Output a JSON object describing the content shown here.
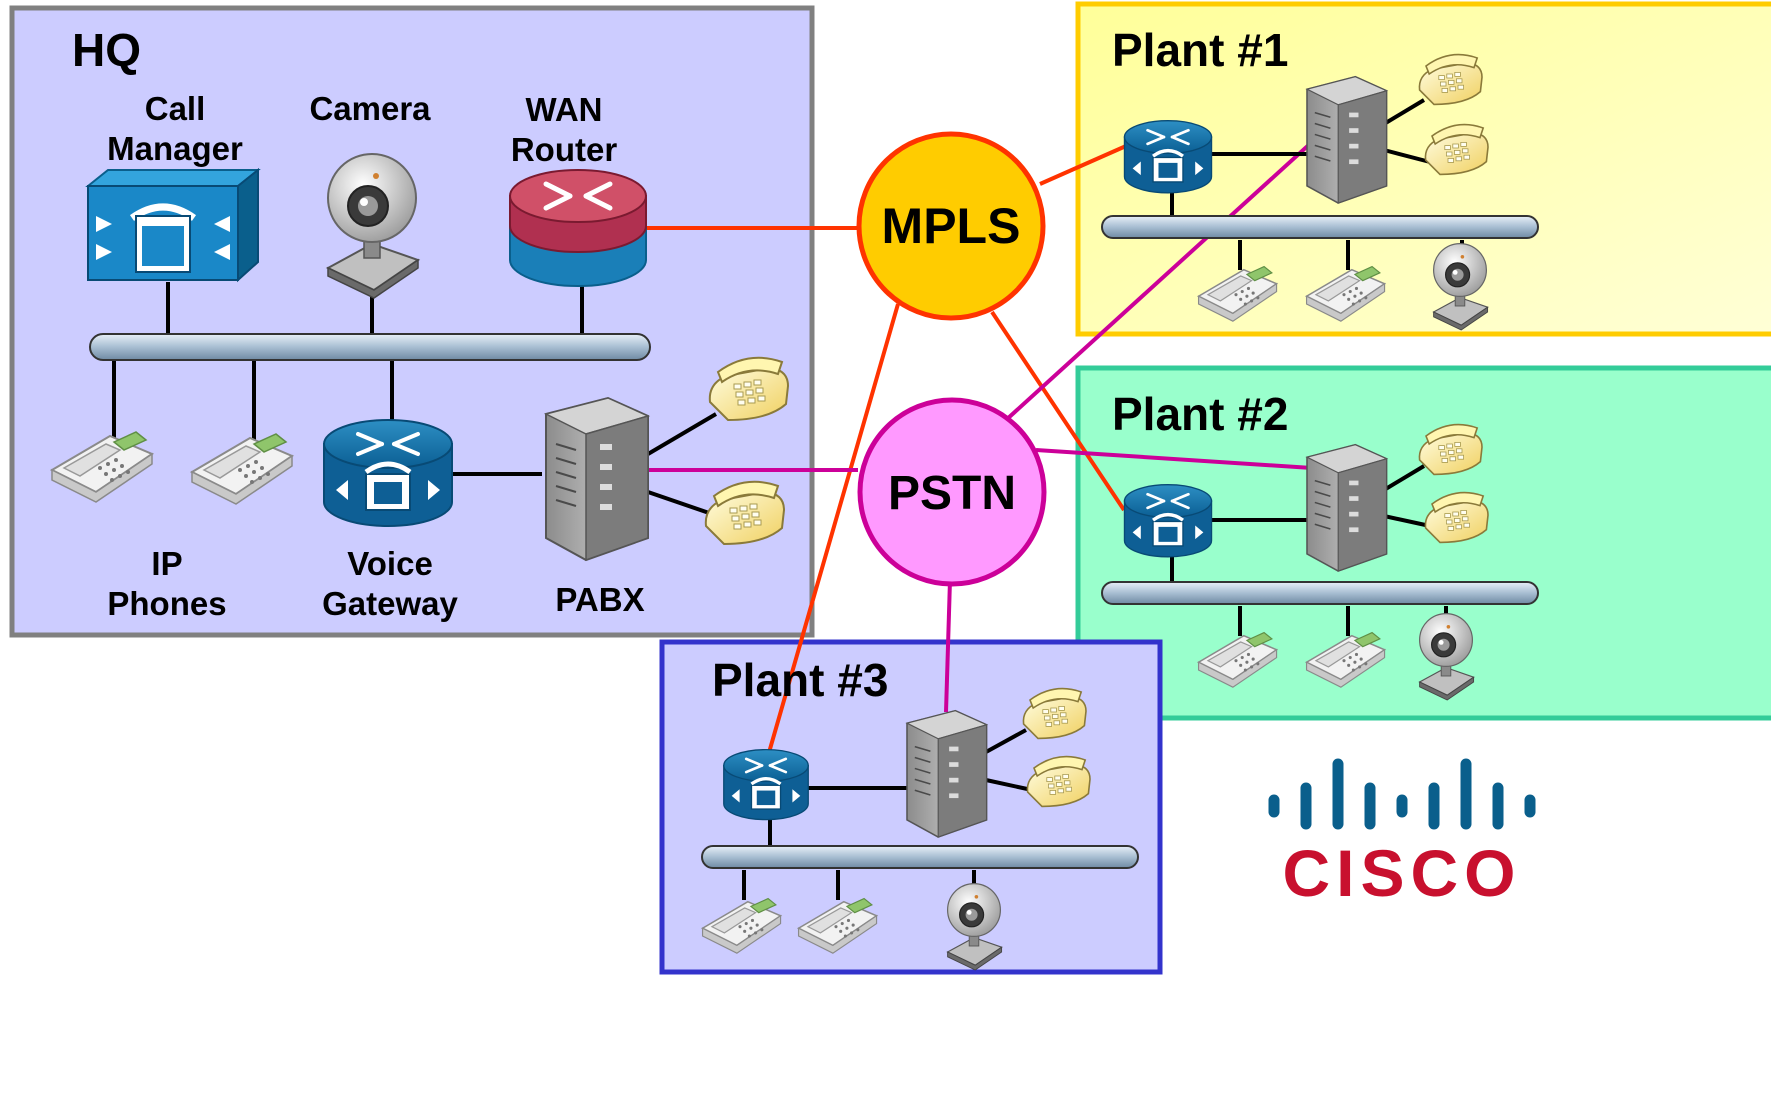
{
  "hq": {
    "title": "HQ",
    "call_manager": [
      "Call",
      "Manager"
    ],
    "camera": "Camera",
    "wan_router": [
      "WAN",
      "Router"
    ],
    "ip_phones": [
      "IP",
      "Phones"
    ],
    "voice_gateway": [
      "Voice",
      "Gateway"
    ],
    "pabx": "PABX"
  },
  "clouds": {
    "mpls": "MPLS",
    "pstn": "PSTN"
  },
  "plants": [
    {
      "title": "Plant #1"
    },
    {
      "title": "Plant #2"
    },
    {
      "title": "Plant #3"
    }
  ],
  "logo": {
    "text": "CISCO"
  },
  "colors": {
    "hq_fill": "#ccccff",
    "hq_border": "#808080",
    "plant1_fill": "#ffff99",
    "plant1_border": "#ffcc00",
    "plant2_fill": "#99ffcc",
    "plant2_border": "#33cc99",
    "plant3_fill": "#ccccff",
    "plant3_border": "#3333cc",
    "mpls_fill": "#ffcc00",
    "mpls_border": "#ff3300",
    "pstn_fill": "#ff99ff",
    "pstn_border": "#cc0099",
    "mpls_link": "#ff3300",
    "pstn_link": "#cc0099",
    "cisco_red": "#c8102e",
    "cisco_blue": "#0a5f8c"
  }
}
